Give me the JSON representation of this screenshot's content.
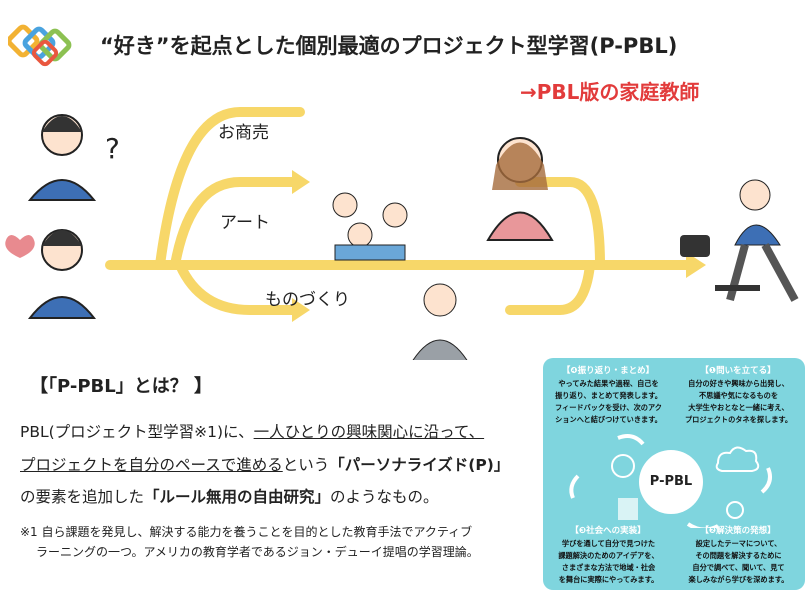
{
  "title": "“好き”を起点とした個別最適のプロジェクト型学習(P-PBL)",
  "subtitle": "→PBL版の家庭教師",
  "roads": {
    "business": "お商売",
    "art": "アート",
    "craft": "ものづくり"
  },
  "about": {
    "heading": "【「P-PBL」とは？ 】",
    "line1_a": "PBL(プロジェクト型学習※1)に、",
    "line1_b": "一人ひとりの興味関心に沿って、",
    "line2_a": "プロジェクトを自分のペースで進める",
    "line2_b": "という",
    "line2_c": "「パーソナライズド(P)」",
    "line3_a": "の要素を追加した",
    "line3_b": "「ルール無用の自由研究」",
    "line3_c": "のようなもの。",
    "note1": "※1 自ら課題を発見し、解決する能力を養うことを目的とした教育手法でアクティブ",
    "note2": "ラーニングの一つ。アメリカの教育学者であるジョン・デューイ提唱の学習理論。"
  },
  "panel": {
    "center": "P-PBL",
    "step1": {
      "heading": "【❶問いを立てる】",
      "text": [
        "自分の好きや興味から出発し、",
        "不思議や気になるものを",
        "大学生やおとなと一緒に考え、",
        "プロジェクトのタネを探します。"
      ]
    },
    "step2": {
      "heading": "【❷解決策の発想】",
      "text": [
        "設定したテーマについて、",
        "その問題を解決するために",
        "自分で調べて、聞いて、見て",
        "楽しみながら学びを深めます。"
      ]
    },
    "step3": {
      "heading": "【❸社会への実装】",
      "text": [
        "学びを通して自分で見つけた",
        "課題解決のためのアイデアを、",
        "さまざまな方法で地域・社会",
        "を舞台に実際にやってみます。"
      ]
    },
    "step4": {
      "heading": "【❹振り返り・まとめ】",
      "text": [
        "やってみた結果や過程、自己を",
        "振り返り、まとめて発表します。",
        "フィードバックを受け、次のアク",
        "ションへと結びつけていきます。"
      ]
    }
  },
  "colors": {
    "road": "#f7d769",
    "accent": "#e23b3b",
    "panel": "#7fd5de"
  }
}
